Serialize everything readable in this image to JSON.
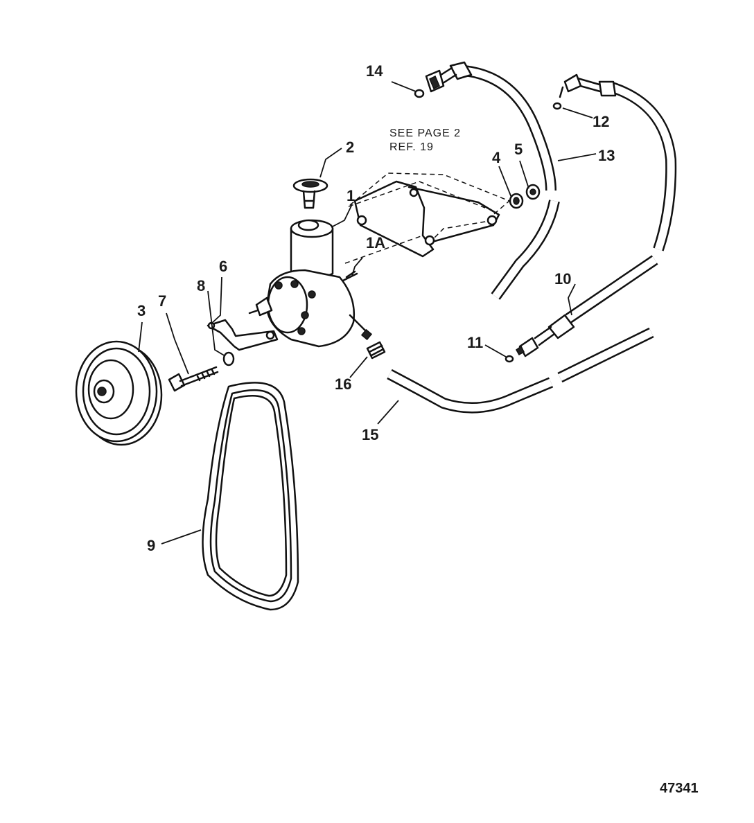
{
  "note": {
    "line1": "SEE PAGE 2",
    "line2": "REF. 19"
  },
  "figure_number": "47341",
  "callouts": {
    "c1": "1",
    "c1a": "1A",
    "c2": "2",
    "c3": "3",
    "c4": "4",
    "c5": "5",
    "c6": "6",
    "c7": "7",
    "c8": "8",
    "c9": "9",
    "c10": "10",
    "c11": "11",
    "c12": "12",
    "c13": "13",
    "c14": "14",
    "c15": "15",
    "c16": "16"
  }
}
